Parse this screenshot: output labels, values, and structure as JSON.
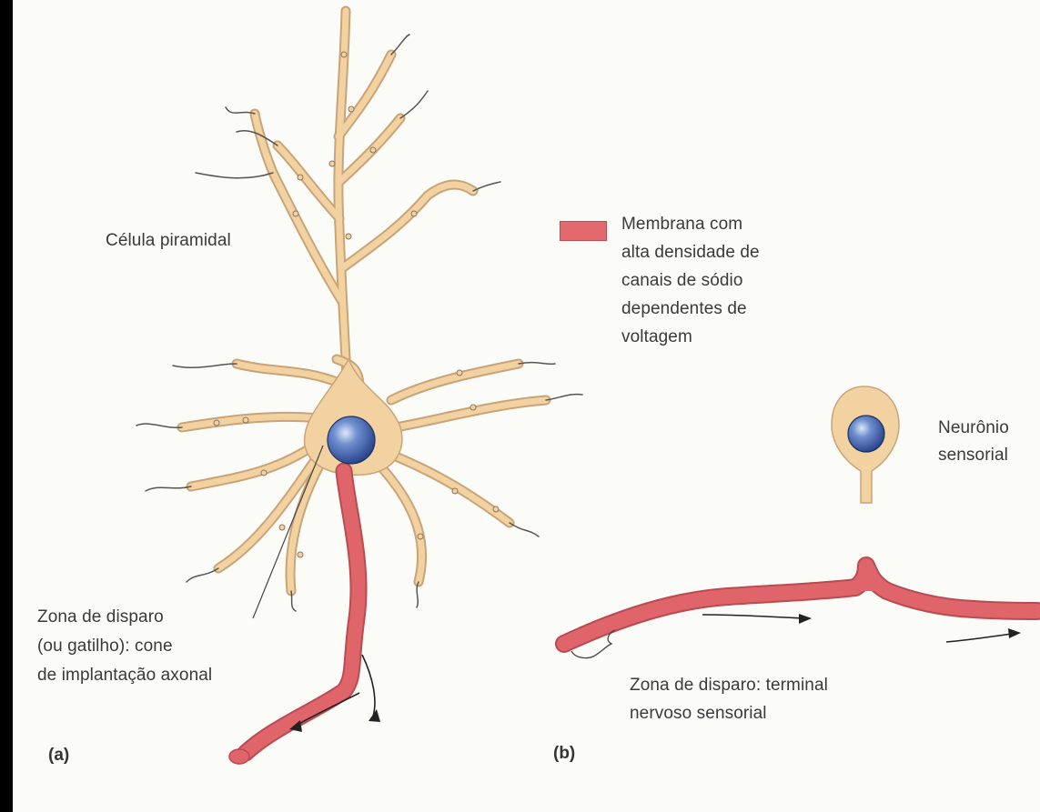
{
  "colors": {
    "cytoplasm": "#f3d2a2",
    "cytoplasm_outline": "#c8a478",
    "membrane_high_na": "#e0656b",
    "nucleus": "#3d5fa8",
    "background": "#fbfbf8"
  },
  "labels": {
    "pyramidal_cell": "Célula piramidal",
    "legend_line1": "Membrana com",
    "legend_line2": "alta densidade de",
    "legend_line3": "canais de sódio",
    "legend_line4": "dependentes de",
    "legend_line5": "voltagem",
    "sensory_line1": "Neurônio",
    "sensory_line2": "sensorial",
    "trigger_a_line1": "Zona de disparo",
    "trigger_a_line2": "(ou gatilho): cone",
    "trigger_a_line3": "de implantação axonal",
    "trigger_b_line1": "Zona de disparo: terminal",
    "trigger_b_line2": "nervoso sensorial",
    "panel_a": "(a)",
    "panel_b": "(b)"
  }
}
